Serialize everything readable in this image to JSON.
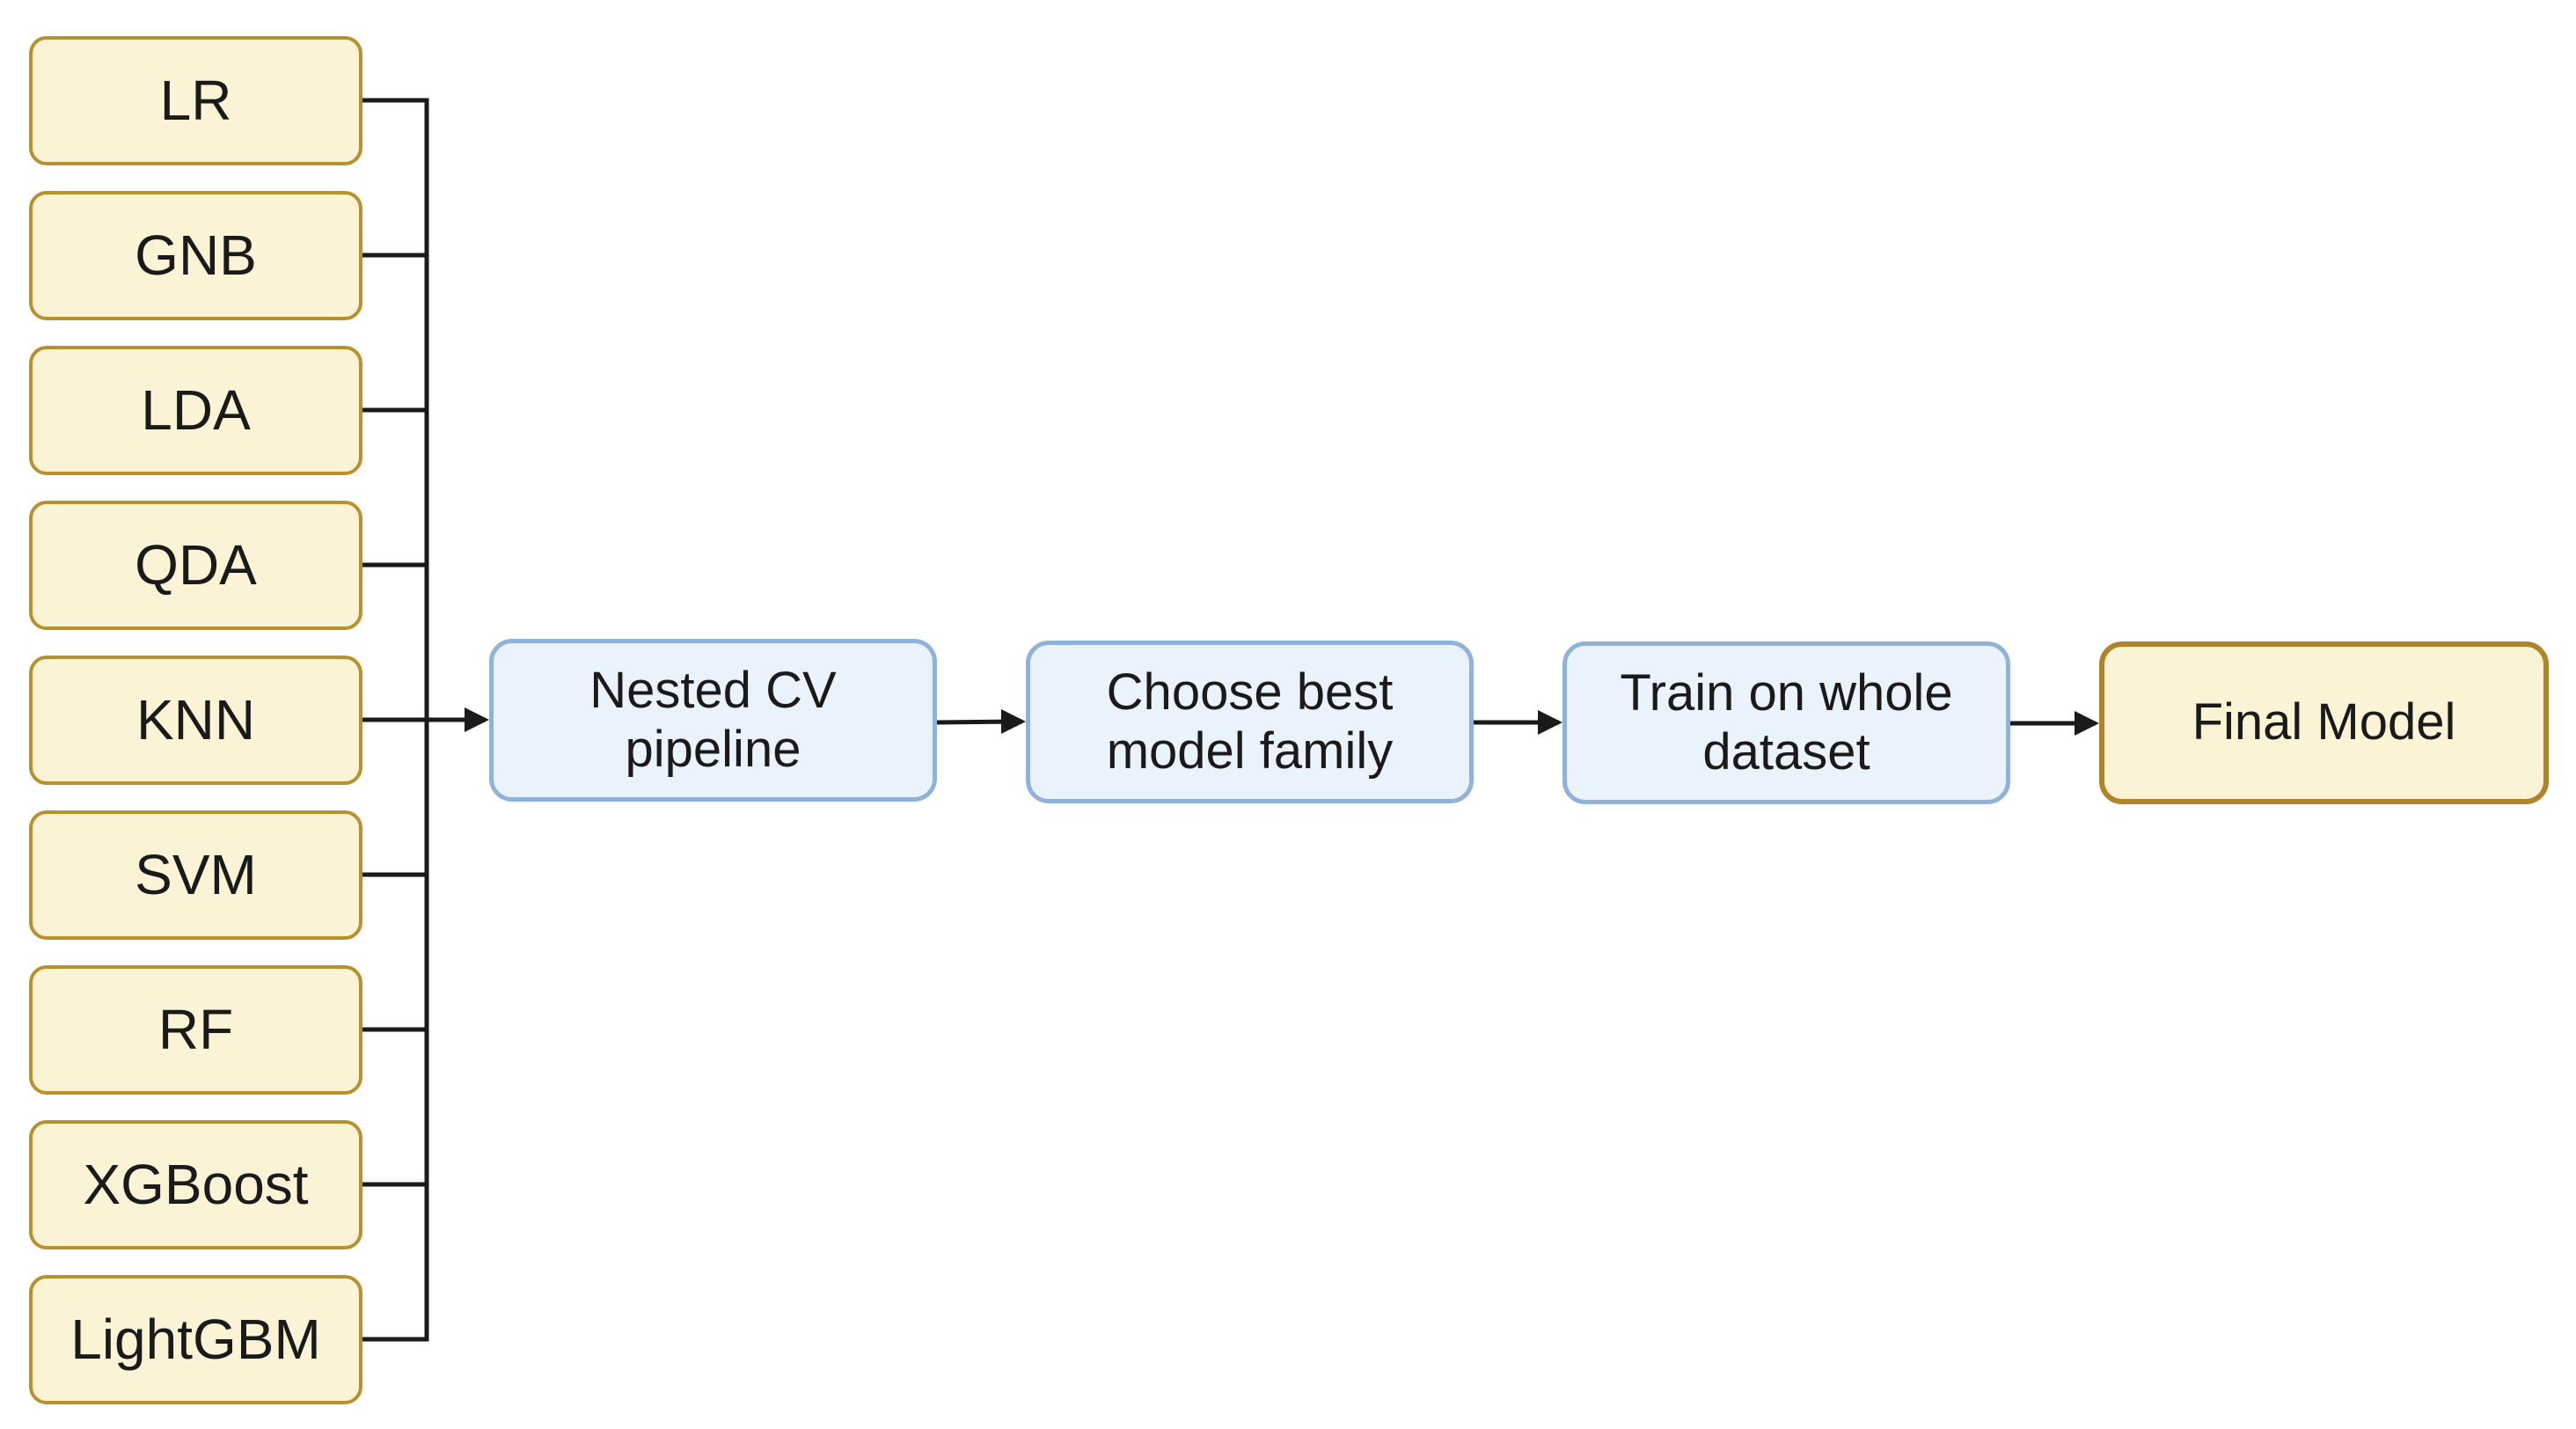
{
  "models": [
    {
      "id": "lr",
      "label": "LR"
    },
    {
      "id": "gnb",
      "label": "GNB"
    },
    {
      "id": "lda",
      "label": "LDA"
    },
    {
      "id": "qda",
      "label": "QDA"
    },
    {
      "id": "knn",
      "label": "KNN"
    },
    {
      "id": "svm",
      "label": "SVM"
    },
    {
      "id": "rf",
      "label": "RF"
    },
    {
      "id": "xgboost",
      "label": "XGBoost"
    },
    {
      "id": "lightgbm",
      "label": "LightGBM"
    }
  ],
  "pipeline": [
    {
      "id": "nested-cv",
      "label": "Nested CV\npipeline"
    },
    {
      "id": "choose-best",
      "label": "Choose best\nmodel family"
    },
    {
      "id": "train-whole",
      "label": "Train on whole\ndataset"
    },
    {
      "id": "final-model",
      "label": "Final Model"
    }
  ],
  "colors": {
    "model_fill": "#faf3d6",
    "model_border": "#b8902e",
    "step_fill": "#eaf2fb",
    "step_border": "#91b2d8",
    "connector": "#1a1a1a"
  }
}
